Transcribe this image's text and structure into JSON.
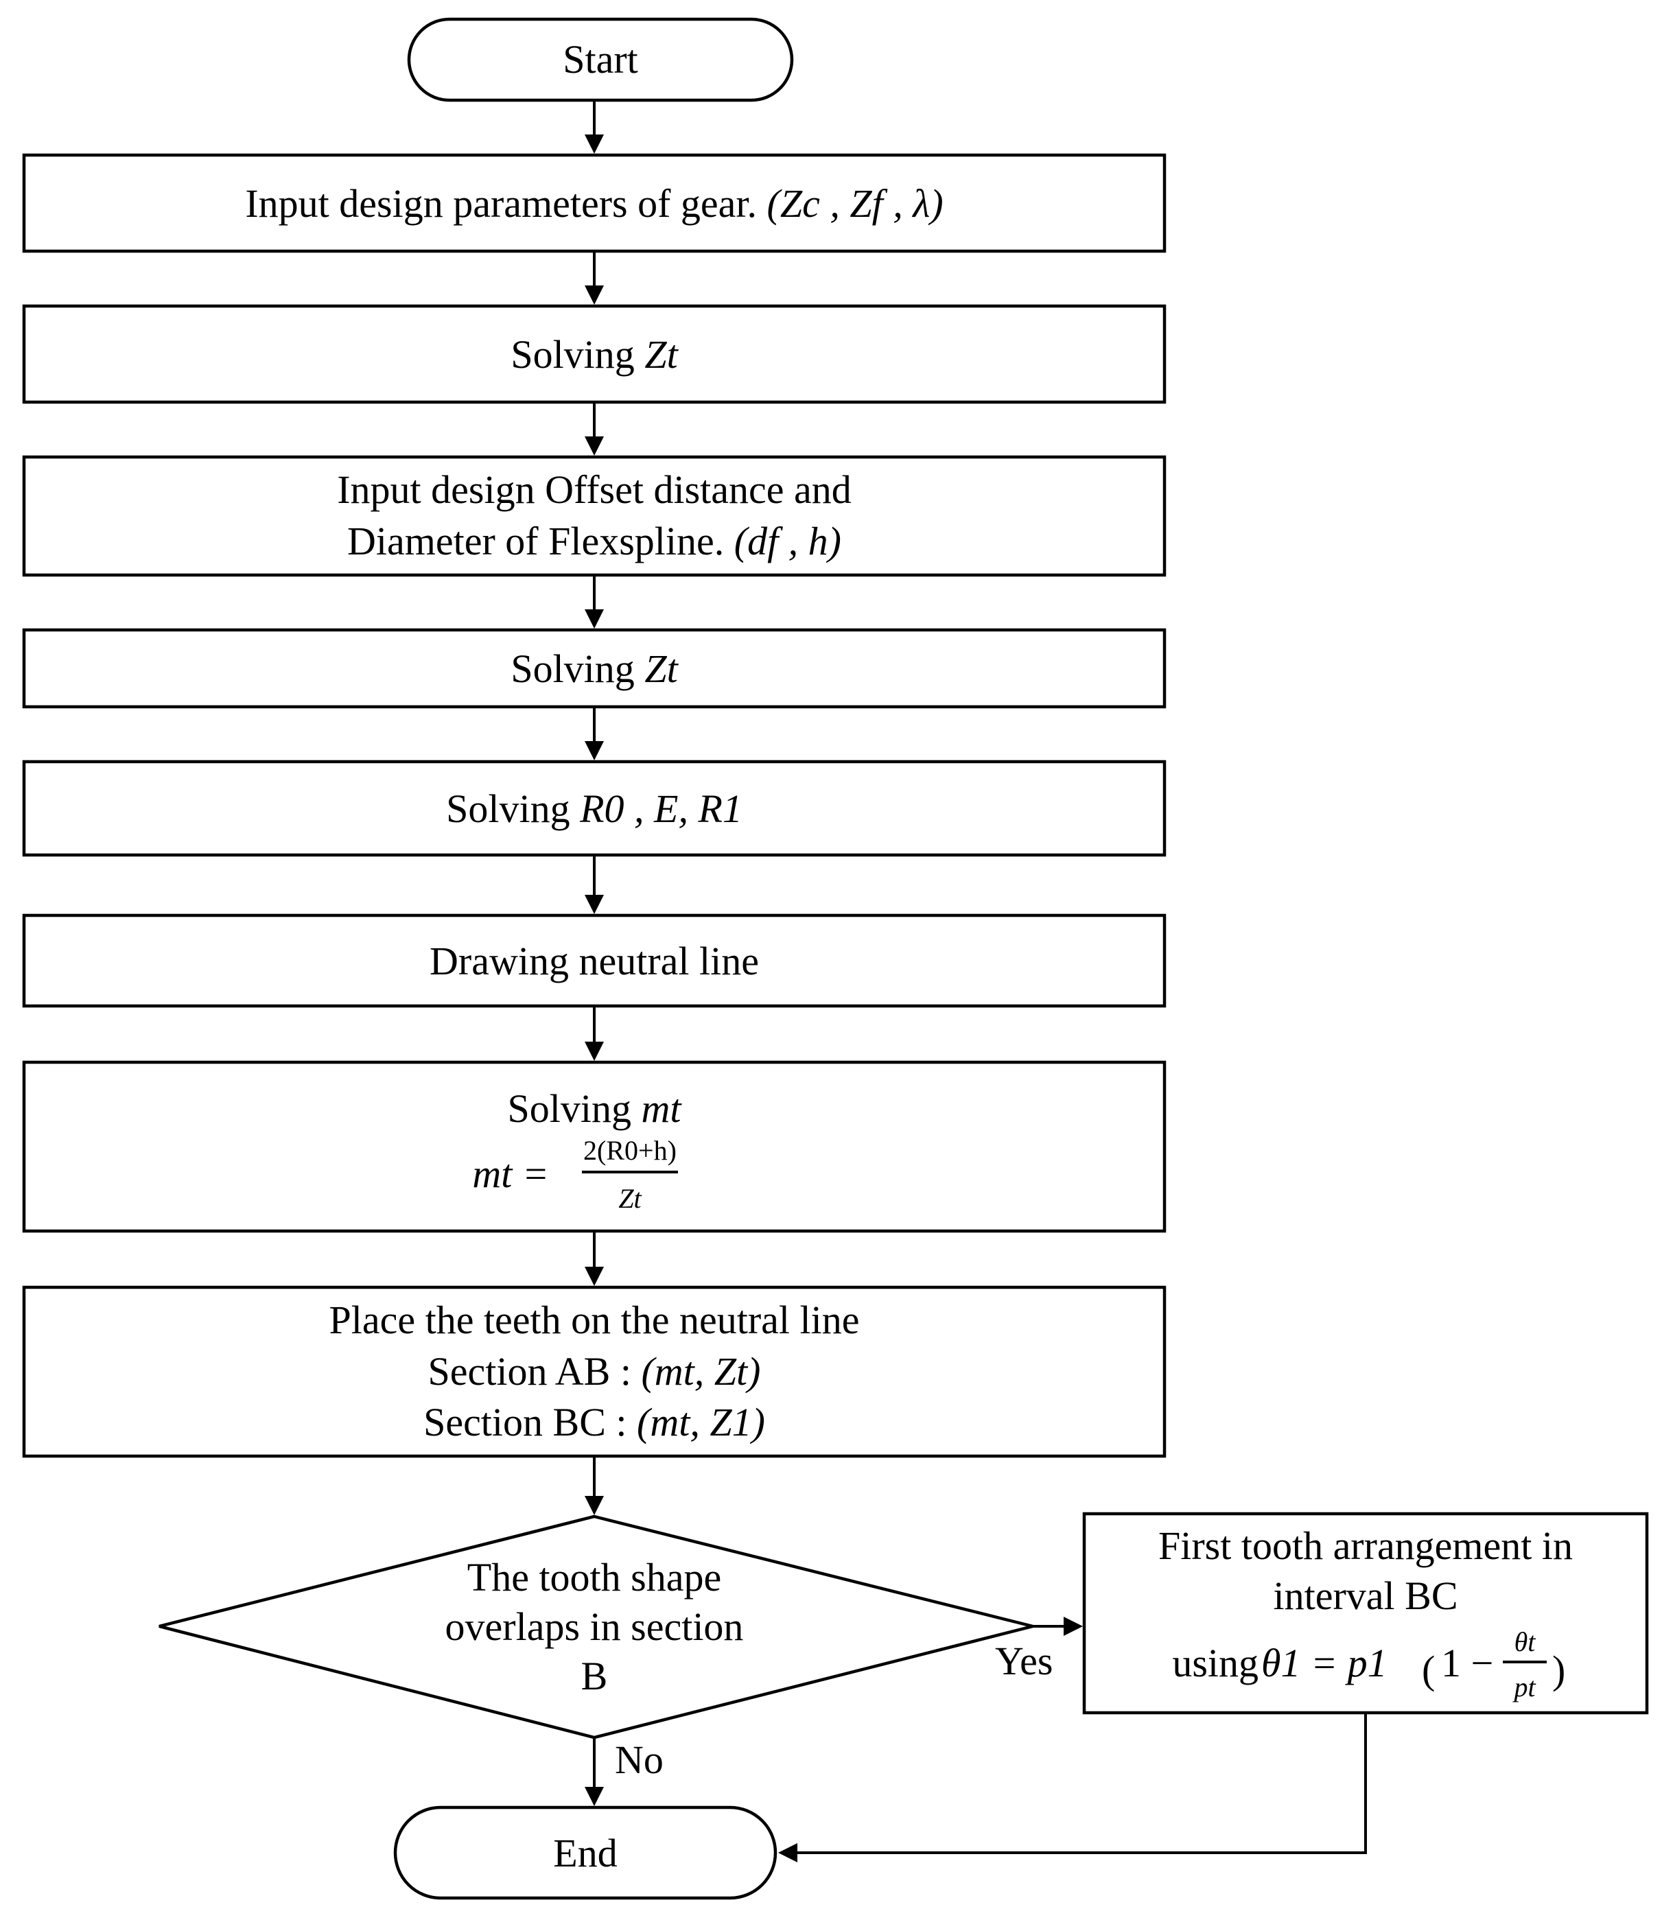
{
  "start": "Start",
  "step1": {
    "prefix": "Input design parameters of gear. ",
    "math": "(Zc , Zf , λ)"
  },
  "step2": {
    "prefix": "Solving ",
    "math": "Zt"
  },
  "step3": {
    "line1": "Input design Offset distance and",
    "line2_prefix": "Diameter of Flexspline. ",
    "line2_math": "(df , h)"
  },
  "step4": {
    "prefix": "Solving ",
    "math": "Zt"
  },
  "step5": {
    "prefix": "Solving ",
    "math": "R0 , E, R1"
  },
  "step6": {
    "text": "Drawing neutral line"
  },
  "step7": {
    "line1_prefix": "Solving ",
    "line1_math": "mt",
    "formula_lhs": "mt =",
    "formula_num": "2(R0+h)",
    "formula_den": "Zt"
  },
  "step8": {
    "line1": "Place the teeth on the neutral line",
    "line2_prefix": "Section AB : ",
    "line2_math": "(mt, Zt)",
    "line3_prefix": "Section BC : ",
    "line3_math": "(mt, Z1)"
  },
  "decision": {
    "line1": "The tooth shape",
    "line2": "overlaps in section",
    "line3": "B"
  },
  "yes": "Yes",
  "no": "No",
  "side": {
    "line1": "First tooth arrangement in",
    "line2": "interval BC",
    "line3_prefix": "using ",
    "line3_lhs": "θ1 = p1",
    "frac_num": "θt",
    "frac_den": "pt"
  },
  "end": "End"
}
